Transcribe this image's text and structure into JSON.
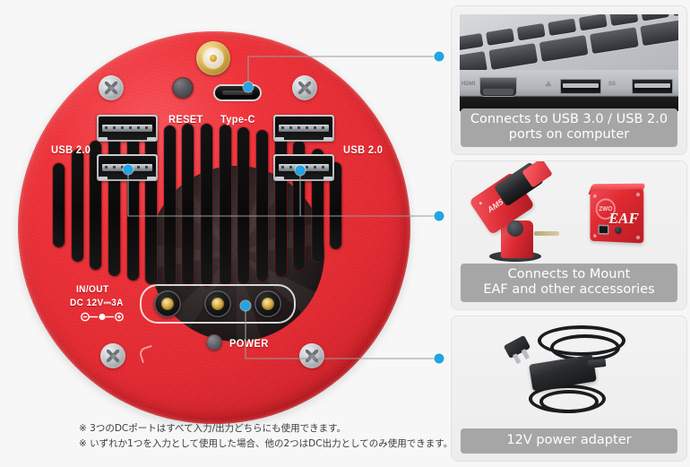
{
  "device": {
    "name": "ASIAIR round red device rear panel",
    "labels": {
      "reset": "RESET",
      "typec": "Type-C",
      "usb_left": "USB 2.0",
      "usb_right": "USB 2.0",
      "power": "POWER",
      "inout": "IN/OUT",
      "dc_spec": "DC 12V⎓3A"
    },
    "colors": {
      "body_red": "#e8303a",
      "callout_blue": "#22a5e2",
      "caption_gray": "#a6a6a6",
      "page_background": "#f7f7f7"
    },
    "ports": {
      "antenna": "sma-antenna-connector",
      "usb_count": 4,
      "dc_jack_count": 3
    }
  },
  "callouts": [
    {
      "id": "callout-typec",
      "target": "type-c-port",
      "panel": 1
    },
    {
      "id": "callout-usb",
      "target": "usb-2-0-ports",
      "panel": 2
    },
    {
      "id": "callout-dc",
      "target": "dc-power-ports",
      "panel": 3
    }
  ],
  "panels": [
    {
      "id": "panel-usb-computer",
      "art": "laptop-usb-ports-photo",
      "caption_lines": [
        "Connects to USB 3.0 / USB 2.0",
        "ports on computer"
      ],
      "art_labels": {
        "hdmi": "HDMI",
        "usb3": "SS"
      }
    },
    {
      "id": "panel-mount-eaf",
      "art": "am5-mount-and-eaf-focuser-photo",
      "caption_lines": [
        "Connects to Mount",
        "EAF and other accessories"
      ],
      "art_labels": {
        "mount": "AM5",
        "eaf": "EAF",
        "eaf_ring": "ZWO"
      }
    },
    {
      "id": "panel-power-adapter",
      "art": "12v-power-adapter-photo",
      "caption_lines": [
        "12V power adapter"
      ]
    }
  ],
  "footnotes": [
    "※ 3つのDCポートはすべて入力/出力どちらにも使用できます。",
    "※ いずれか1つを入力として使用した場合、他の2つはDC出力としてのみ使用できます。"
  ]
}
